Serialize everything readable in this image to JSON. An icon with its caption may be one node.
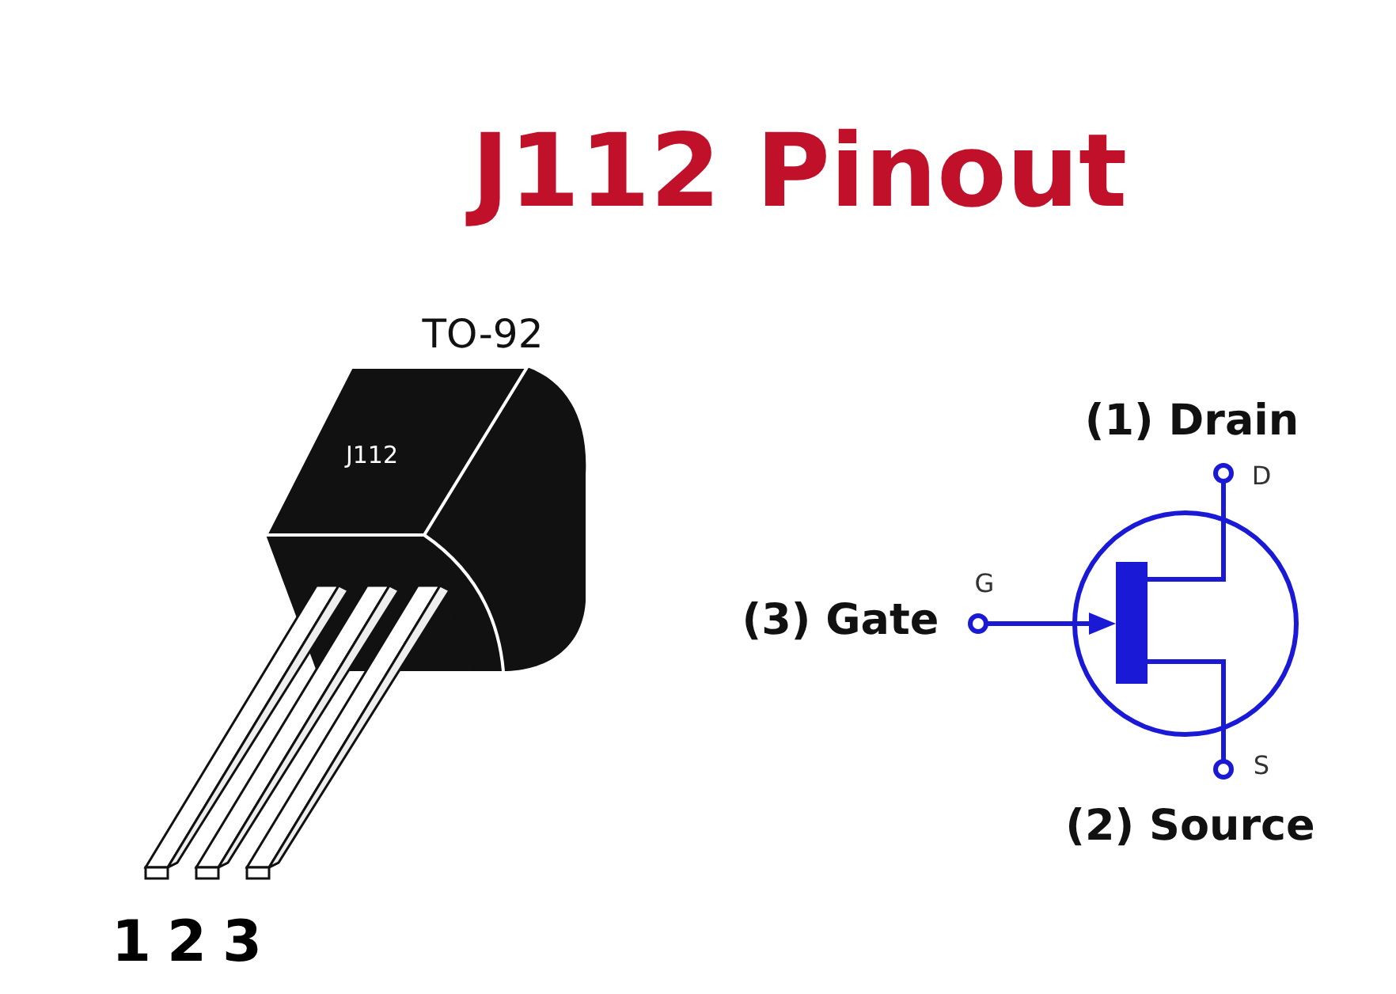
{
  "diagram": {
    "title": "J112 Pinout",
    "labels": [
      "TO-92",
      "J112",
      "1",
      "2",
      "3",
      "(1) Drain",
      "D",
      "G",
      "(3) Gate",
      "S",
      "(2) Source"
    ]
  }
}
